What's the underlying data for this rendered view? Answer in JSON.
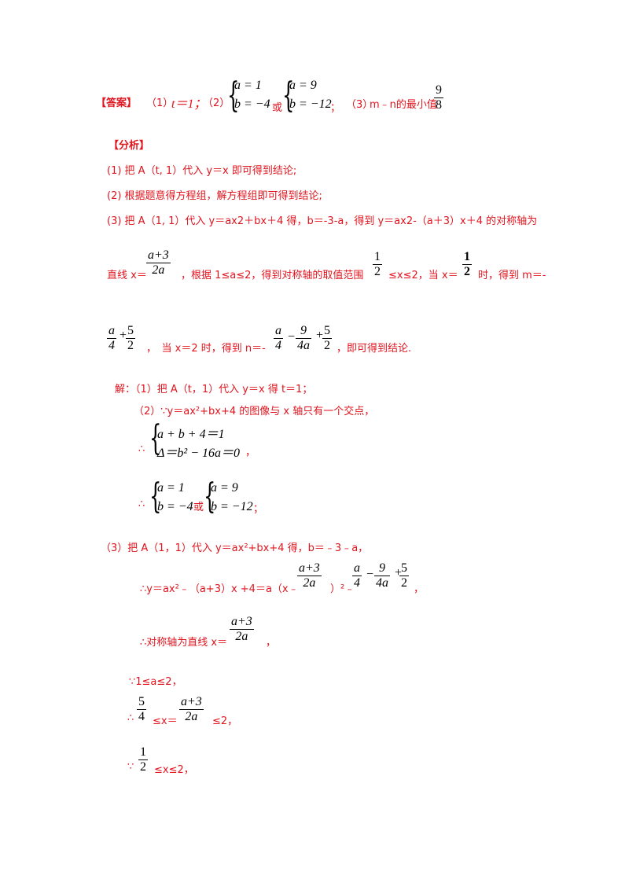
{
  "answer": {
    "label": "【答案】",
    "p1": "（1）",
    "p1_eq": "t＝1；",
    "p2": "（2）",
    "sys1_r1": "a = 1",
    "sys1_r2": "b = −4",
    "or": "或",
    "sys2_r1": "a = 9",
    "sys2_r2": "b = −12",
    "semi": "；",
    "p3": "（3）",
    "p3_text": "m﹣n的最小值",
    "frac_num": "9",
    "frac_den": "8"
  },
  "analysis": {
    "label": "【分析】",
    "line1": "(1) 把 A（t, 1）代入 y＝x 即可得到结论;",
    "line2": "(2) 根据题意得方程组，解方程组即可得到结论;",
    "line3": "(3) 把 A（1, 1）代入 y＝ax2＋bx＋4 得，b＝-3-a，得到 y＝ax2-（a＋3）x＋4 的对称轴为",
    "line4_a": "直线 x＝",
    "line4_f1_num": "a+3",
    "line4_f1_den": "2a",
    "line4_b": "，根据 1≤a≤2，得到对称轴的取值范围",
    "line4_f2_num": "1",
    "line4_f2_den": "2",
    "line4_c": "≤x≤2，当 x＝",
    "line4_f3_num": "1",
    "line4_f3_den": "2",
    "line4_d": "时，得到 m＝-",
    "line5_f1_num": "a",
    "line5_f1_den": "4",
    "line5_plus": "+",
    "line5_f2_num": "5",
    "line5_f2_den": "2",
    "line5_a": "，　当 x＝2 时，得到 n＝-",
    "line5_f3_num": "a",
    "line5_f3_den": "4",
    "line5_minus": "−",
    "line5_f4_num": "9",
    "line5_f4_den": "4a",
    "line5_plus2": "+",
    "line5_f5_num": "5",
    "line5_f5_den": "2",
    "line5_b": "，即可得到结论."
  },
  "solution": {
    "s1": "解：（1）把 A（t，1）代入 y＝x 得 t＝1；",
    "s2": "（2）∵y＝ax²+bx+4 的图像与 x 轴只有一个交点，",
    "therefore": "∴",
    "sys3_r1": "a + b + 4＝1",
    "sys3_r2": "Δ＝b² − 16a＝0",
    "sys3_tail": "，",
    "sys4_r1": "a = 1",
    "sys4_r2": "b = −4",
    "or": "或",
    "sys5_r1": "a = 9",
    "sys5_r2": "b = −12",
    "semi": "；",
    "s3": "（3）把 A（1，1）代入 y＝ax²+bx+4 得，b＝﹣3﹣a，",
    "s3b_a": "∴y＝ax²﹣（a+3）x +4＝a（x﹣",
    "s3b_f1_num": "a+3",
    "s3b_f1_den": "2a",
    "s3b_b": "）²﹣",
    "s3b_f2_num": "a",
    "s3b_f2_den": "4",
    "s3b_minus": "−",
    "s3b_f3_num": "9",
    "s3b_f3_den": "4a",
    "s3b_plus": "+",
    "s3b_f4_num": "5",
    "s3b_f4_den": "2",
    "s3b_c": "，",
    "s3c_a": "∴对称轴为直线 x＝",
    "s3c_f_num": "a+3",
    "s3c_f_den": "2a",
    "s3c_b": "，",
    "s3d": "∵1≤a≤2，",
    "s3e_a": "∴",
    "s3e_f1_num": "5",
    "s3e_f1_den": "4",
    "s3e_b": "≤x＝",
    "s3e_f2_num": "a+3",
    "s3e_f2_den": "2a",
    "s3e_c": "≤2，",
    "s3f_a": "∵",
    "s3f_f_num": "1",
    "s3f_f_den": "2",
    "s3f_b": "≤x≤2，"
  }
}
